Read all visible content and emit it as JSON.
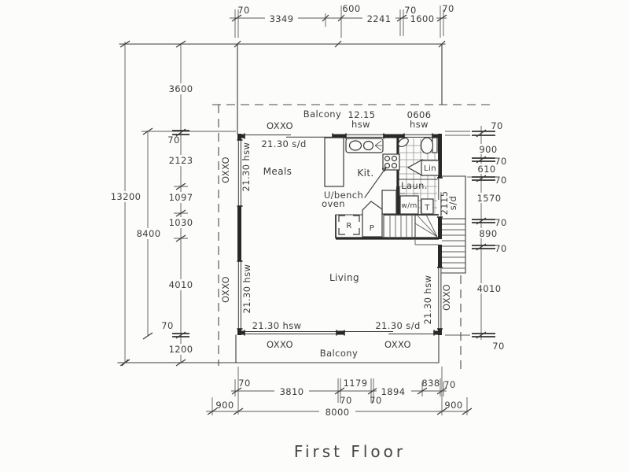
{
  "title": "First Floor",
  "colors": {
    "paper": "#fcfcfa",
    "ink": "#3a3a3a",
    "tile_line": "#929292"
  },
  "rooms": {
    "meals": "Meals",
    "kitchen": "Kit.",
    "living": "Living",
    "laundry": "Laun.",
    "linen": "Lin",
    "balcony_top": "Balcony",
    "balcony_bottom": "Balcony"
  },
  "fixtures": {
    "fridge": "R",
    "pantry": "P",
    "washer": "w/m",
    "trough": "T",
    "bench_note_line1": "U/bench",
    "bench_note_line2": "oven"
  },
  "openings": {
    "top_sd": "21.30 s/d",
    "kit_win_line1": "12.15",
    "kit_win_line2": "hsw",
    "bath_win_line1": "0606",
    "bath_win_line2": "hsw",
    "top_balcony_oxxo": "OXXO",
    "left_up_out": "OXXO",
    "left_up_in": "21.30 hsw",
    "left_low_out": "OXXO",
    "left_low_in": "21.30 hsw",
    "bot_left_in": "21.30 hsw",
    "bot_right_in": "21.30 s/d",
    "bot_left_out": "OXXO",
    "bot_right_out": "OXXO",
    "right_in": "21.30 hsw",
    "right_out": "OXXO",
    "right_door_line1": "2115",
    "right_door_line2": "s/d"
  },
  "dims": {
    "top": [
      "70",
      "3349",
      "600",
      "2241",
      "70",
      "1600",
      "70"
    ],
    "left_overall": "13200",
    "left_mid": "8400",
    "left_col": [
      "3600",
      "70",
      "2123",
      "1097",
      "1030",
      "4010",
      "70",
      "1200"
    ],
    "right_col": [
      "70",
      "900",
      "70",
      "610",
      "70",
      "1570",
      "70",
      "890",
      "70",
      "4010",
      "70"
    ],
    "bottom1": [
      "70",
      "3810",
      "70",
      "1179",
      "70",
      "1894",
      "838",
      "70"
    ],
    "bottom2": [
      "900",
      "8000",
      "900"
    ]
  }
}
